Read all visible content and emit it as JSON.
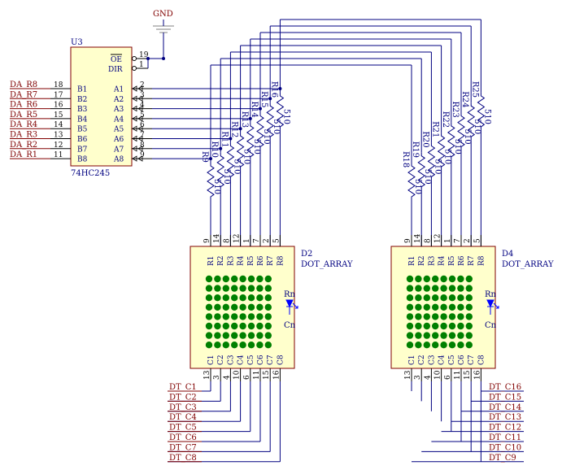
{
  "gnd": {
    "label": "GND"
  },
  "u3": {
    "ref": "U3",
    "value": "74HC245",
    "oe": "OE",
    "dir": "DIR",
    "oe_pin": "19",
    "dir_pin": "1",
    "b_names": [
      "B1",
      "B2",
      "B3",
      "B4",
      "B5",
      "B6",
      "B7",
      "B8"
    ],
    "b_pins": [
      "18",
      "17",
      "16",
      "15",
      "14",
      "13",
      "12",
      "11"
    ],
    "a_names": [
      "A1",
      "A2",
      "A3",
      "A4",
      "A5",
      "A6",
      "A7",
      "A8"
    ],
    "a_pins": [
      "2",
      "3",
      "4",
      "5",
      "6",
      "7",
      "8",
      "9"
    ],
    "nets": [
      "DA_R8",
      "DA_R7",
      "DA_R6",
      "DA_R5",
      "DA_R4",
      "DA_R3",
      "DA_R2",
      "DA_R1"
    ]
  },
  "resistors_left": {
    "refs": [
      "R9",
      "R10",
      "R11",
      "R12",
      "R13",
      "R14",
      "R15",
      "R16"
    ],
    "value": "510"
  },
  "resistors_right": {
    "refs": [
      "R18",
      "R19",
      "R20",
      "R21",
      "R22",
      "R23",
      "R24",
      "R25"
    ],
    "value": "510"
  },
  "d2": {
    "ref": "D2",
    "value": "DOT_ARRAY",
    "row_names": [
      "R1",
      "R2",
      "R3",
      "R4",
      "R5",
      "R6",
      "R7",
      "R8"
    ],
    "row_pins": [
      "9",
      "14",
      "8",
      "12",
      "1",
      "7",
      "2",
      "5"
    ],
    "col_names": [
      "C1",
      "C2",
      "C3",
      "C4",
      "C5",
      "C6",
      "C7",
      "C8"
    ],
    "col_pins": [
      "13",
      "3",
      "4",
      "10",
      "6",
      "11",
      "15",
      "16"
    ],
    "nets": [
      "DT_C1",
      "DT_C2",
      "DT_C3",
      "DT_C4",
      "DT_C5",
      "DT_C6",
      "DT_C7",
      "DT_C8"
    ],
    "rn": "Rn",
    "cn": "Cn"
  },
  "d4": {
    "ref": "D4",
    "value": "DOT_ARRAY",
    "row_names": [
      "R1",
      "R2",
      "R3",
      "R4",
      "R5",
      "R6",
      "R7",
      "R8"
    ],
    "row_pins": [
      "9",
      "14",
      "8",
      "12",
      "1",
      "7",
      "2",
      "5"
    ],
    "col_names": [
      "C1",
      "C2",
      "C3",
      "C4",
      "C5",
      "C6",
      "C7",
      "C8"
    ],
    "col_pins": [
      "13",
      "3",
      "4",
      "10",
      "6",
      "11",
      "15",
      "16"
    ],
    "nets": [
      "DT_C16",
      "DT_C15",
      "DT_C14",
      "DT_C13",
      "DT_C12",
      "DT_C11",
      "DT_C10",
      "DT_C9"
    ],
    "rn": "Rn",
    "cn": "Cn"
  },
  "colors": {
    "wire": "#000080",
    "body_fill": "#ffffcc",
    "body_stroke": "#800000",
    "net_label": "#800000",
    "led_dot": "#008000"
  }
}
